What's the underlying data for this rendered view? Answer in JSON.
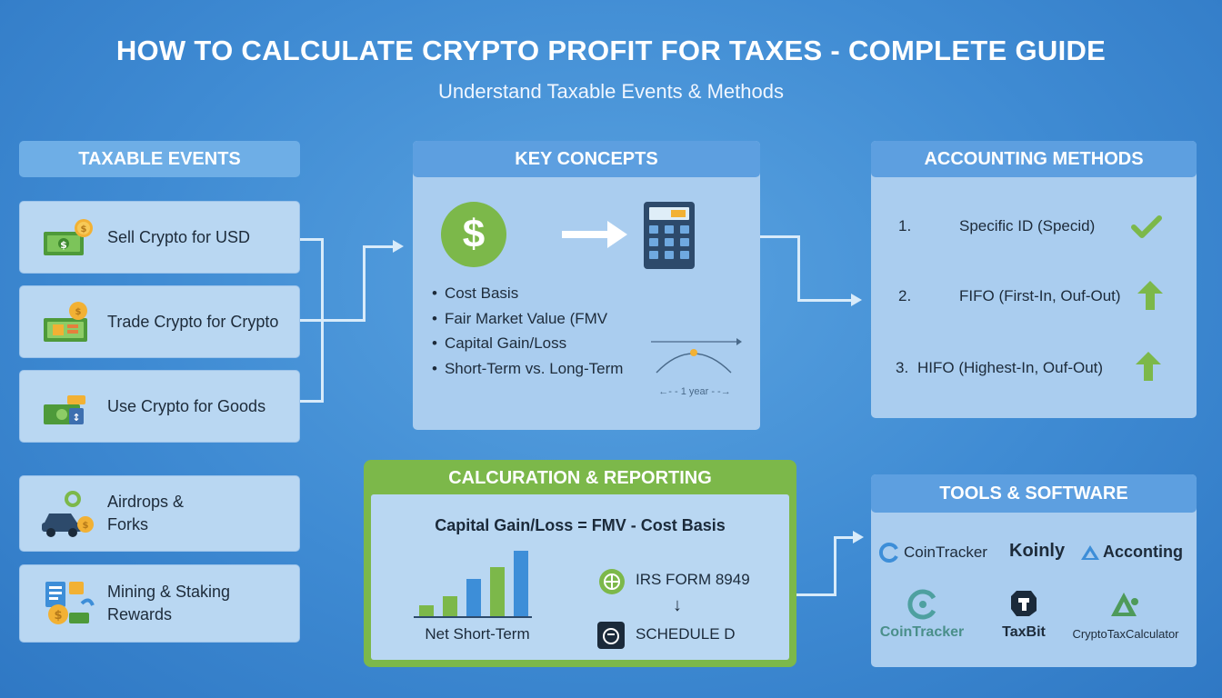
{
  "title": "HOW TO CALCULATE CRYPTO PROFIT FOR TAXES - COMPLETE GUIDE",
  "subtitle": "Understand Taxable Events & Methods",
  "taxable": {
    "header": "TAXABLE EVENTS",
    "events": [
      "Sell Crypto for USD",
      "Trade Crypto for Crypto",
      "Use Crypto for Goods"
    ],
    "other_line1": "Airdrops &",
    "other_line2": "Forks",
    "mining_line1": "Mining & Staking",
    "mining_line2": "Rewards"
  },
  "concepts": {
    "header": "KEY CONCEPTS",
    "dollar": "$",
    "bullets": [
      "Cost Basis",
      "Fair Market Value (FMV",
      "Capital Gain/Loss",
      "Short-Term vs. Long-Term"
    ],
    "timeline_label": "1 year"
  },
  "methods": {
    "header": "ACCOUNTING METHODS",
    "items": [
      {
        "num": "1.",
        "label": "Specific ID (Specid)"
      },
      {
        "num": "2.",
        "label": "FIFO (First-In, Ouf-Out)"
      },
      {
        "num": "3.",
        "label": "HIFO (Highest-In, Ouf-Out)"
      }
    ]
  },
  "calc": {
    "header": "CALCURATION & REPORTING",
    "formula": "Capital Gain/Loss = FMV - Cost Basis",
    "chart_label": "Net Short-Term",
    "form": "IRS FORM 8949",
    "arrow": "↓",
    "schedule": "SCHEDULE D"
  },
  "tools": {
    "header": "TOOLS & SOFTWARE",
    "row1": [
      "CoinTracker",
      "Koinly",
      "Acconting"
    ],
    "row2": [
      "CoinTracker",
      "TaxBit",
      "CryptoTaxCalculator"
    ]
  },
  "colors": {
    "green": "#7cb84a",
    "blue": "#3d8ed8",
    "navy": "#2d4a6b"
  }
}
